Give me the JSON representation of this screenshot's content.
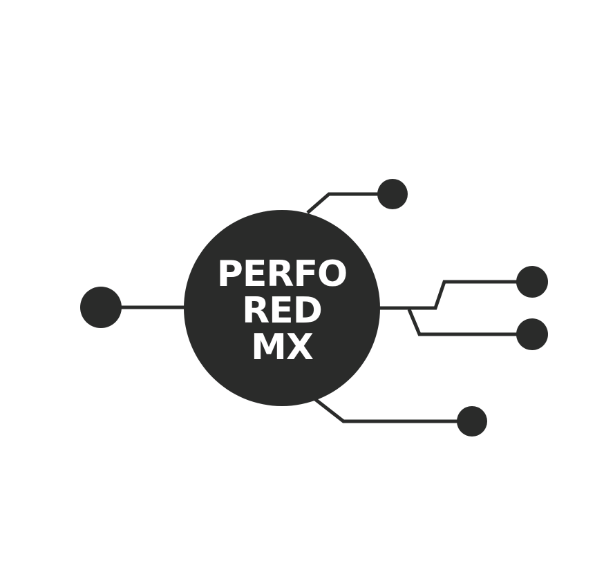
{
  "logo": {
    "lines": [
      "PERFO",
      "RED",
      "MX"
    ],
    "colors": {
      "background": "#ffffff",
      "ink": "#2a2b2a",
      "text": "#ffffff"
    },
    "icon": "circuit-network-logo"
  }
}
